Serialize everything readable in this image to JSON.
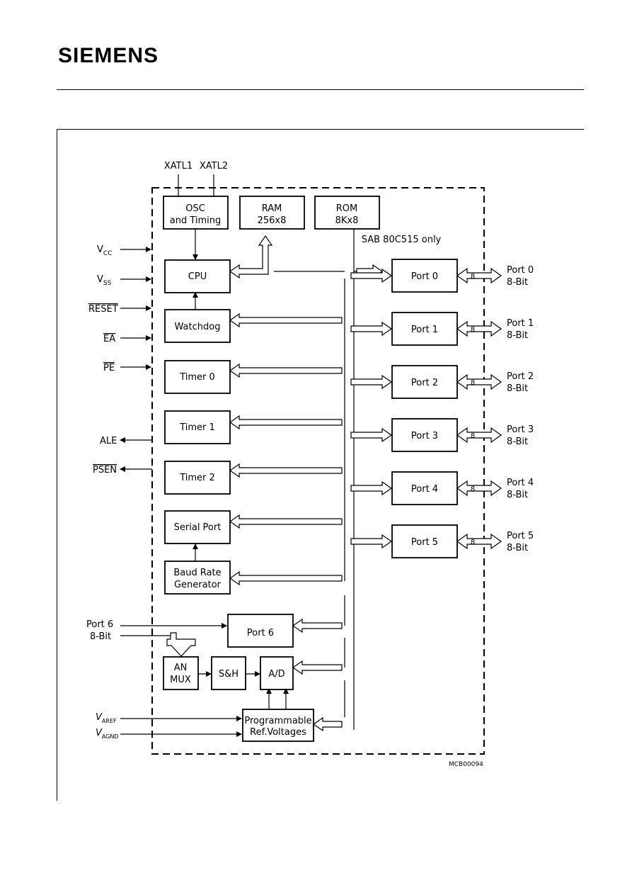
{
  "brand": "SIEMENS",
  "diagram_id": "MCB00094",
  "clock_pins": {
    "xtal1": "XATL1",
    "xtal2": "XATL2"
  },
  "blocks": {
    "osc_line1": "OSC",
    "osc_line2": "and Timing",
    "ram_line1": "RAM",
    "ram_line2": "256x8",
    "rom_line1": "ROM",
    "rom_line2": "8Kx8",
    "rom_note": "SAB 80C515 only",
    "cpu": "CPU",
    "watchdog": "Watchdog",
    "timer0": "Timer 0",
    "timer1": "Timer 1",
    "timer2": "Timer 2",
    "serial_port": "Serial Port",
    "baud_line1": "Baud Rate",
    "baud_line2": "Generator",
    "port6": "Port 6",
    "anmux_line1": "AN",
    "anmux_line2": "MUX",
    "sh": "S&H",
    "ad": "A/D",
    "prog_line1": "Programmable",
    "prog_line2": "Ref.Voltages"
  },
  "ports": [
    {
      "label": "Port 0",
      "ext_name": "Port 0",
      "ext_width": "8-Bit",
      "bus": "8"
    },
    {
      "label": "Port 1",
      "ext_name": "Port 1",
      "ext_width": "8-Bit",
      "bus": "8"
    },
    {
      "label": "Port 2",
      "ext_name": "Port 2",
      "ext_width": "8-Bit",
      "bus": "8"
    },
    {
      "label": "Port 3",
      "ext_name": "Port 3",
      "ext_width": "8-Bit",
      "bus": "8"
    },
    {
      "label": "Port 4",
      "ext_name": "Port 4",
      "ext_width": "8-Bit",
      "bus": "8"
    },
    {
      "label": "Port 5",
      "ext_name": "Port 5",
      "ext_width": "8-Bit",
      "bus": "8"
    }
  ],
  "pins_left": {
    "vcc": "V",
    "vcc_sub": "CC",
    "vss": "V",
    "vss_sub": "SS",
    "reset": "RESET",
    "ea": "EA",
    "pe": "PE",
    "ale": "ALE",
    "psen": "PSEN",
    "port6_name": "Port 6",
    "port6_width": "8-Bit",
    "varef": "V",
    "varef_sub": "AREF",
    "vagnd": "V",
    "vagnd_sub": "AGND"
  }
}
